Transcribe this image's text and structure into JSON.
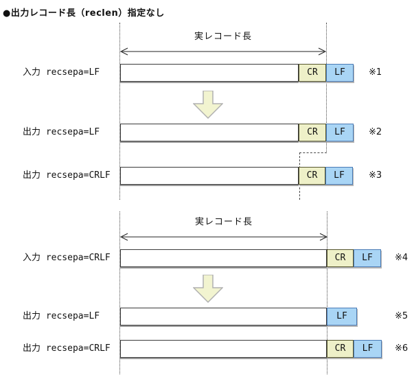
{
  "title": "●出力レコード長（reclen）指定なし",
  "colors": {
    "cr_fill": "#eef0c8",
    "cr_border": "#55552e",
    "lf_fill": "#a9d5f5",
    "lf_border": "#4a7ab5",
    "arrow_fill": "#f2f4d0",
    "arrow_border": "#b0b0b0"
  },
  "sections": [
    {
      "arrow_label": "実レコード長",
      "rows": [
        {
          "label": "入力 recsepa=LF",
          "note": "※1",
          "segments": [
            "CR",
            "LF"
          ]
        },
        {
          "label": "出力 recsepa=LF",
          "note": "※2",
          "segments": [
            "CR",
            "LF"
          ]
        },
        {
          "label": "出力 recsepa=CRLF",
          "note": "※3",
          "segments": [
            "CR",
            "LF"
          ]
        }
      ]
    },
    {
      "arrow_label": "実レコード長",
      "rows": [
        {
          "label": "入力 recsepa=CRLF",
          "note": "※4",
          "segments": [
            "CR",
            "LF"
          ]
        },
        {
          "label": "出力 recsepa=LF",
          "note": "※5",
          "segments": [
            "LF"
          ]
        },
        {
          "label": "出力 recsepa=CRLF",
          "note": "※6",
          "segments": [
            "CR",
            "LF"
          ]
        }
      ]
    }
  ]
}
